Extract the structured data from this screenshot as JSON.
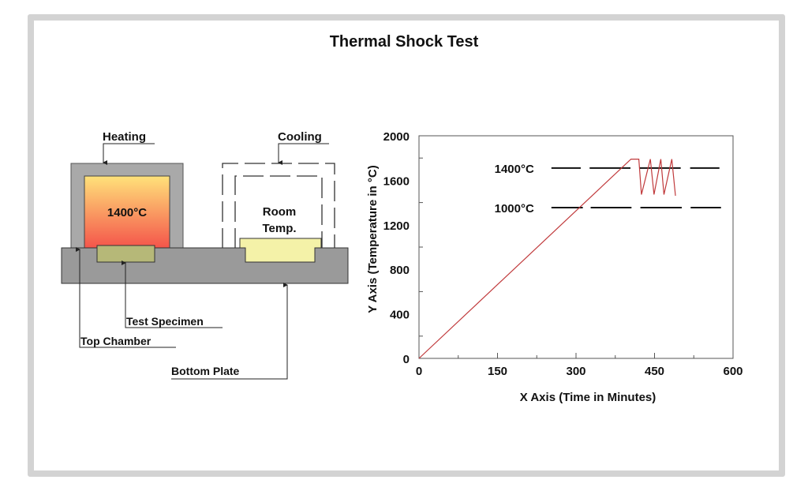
{
  "title": "Thermal Shock Test",
  "diagram": {
    "heating_label": "Heating",
    "cooling_label": "Cooling",
    "hot_temp": "1400°C",
    "room_temp_line1": "Room",
    "room_temp_line2": "Temp.",
    "test_specimen_label": "Test Specimen",
    "top_chamber_label": "Top Chamber",
    "bottom_plate_label": "Bottom Plate",
    "colors": {
      "hot_top": "#ffe27a",
      "hot_bottom": "#f4534a",
      "chamber": "#a9a9a9",
      "plate": "#9a9a9a",
      "specimen_hot": "#b6b878",
      "specimen_room": "#f4f2a8"
    }
  },
  "chart_data": {
    "type": "line",
    "xlabel": "X Axis (Time in Minutes)",
    "ylabel": "Y Axis (Temperature in °C)",
    "xlim": [
      0,
      600
    ],
    "ylim": [
      0,
      2000
    ],
    "xticks": [
      0,
      150,
      300,
      450,
      600
    ],
    "yticks": [
      0,
      400,
      800,
      1200,
      1600,
      2000
    ],
    "grid": false,
    "series": [
      {
        "name": "temperature",
        "color": "#c0393b",
        "x": [
          0,
          405,
          420,
          425,
          442,
          449,
          462,
          468,
          483,
          490
        ],
        "y": [
          0,
          1790,
          1790,
          1472,
          1790,
          1472,
          1790,
          1472,
          1790,
          1461
        ]
      }
    ],
    "reference_lines": [
      {
        "label": "1400°C",
        "y": 1710,
        "segments": [
          [
            253,
            309
          ],
          [
            326,
            404
          ],
          [
            421,
            500
          ],
          [
            518,
            574
          ]
        ]
      },
      {
        "label": "1000°C",
        "y": 1355,
        "segments": [
          [
            253,
            313
          ],
          [
            328,
            406
          ],
          [
            423,
            502
          ],
          [
            519,
            577
          ]
        ]
      }
    ]
  }
}
